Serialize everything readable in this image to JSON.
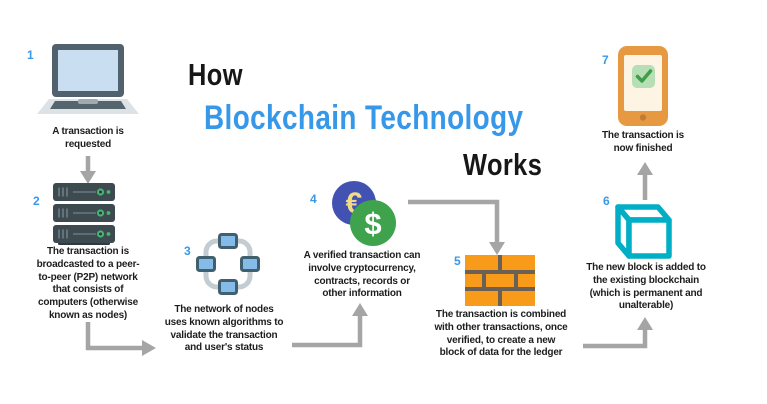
{
  "title": {
    "prefix": "How",
    "highlight": "Blockchain Technology",
    "suffix": "Works",
    "highlight_color": "#3797e8"
  },
  "steps": [
    {
      "number": "1",
      "icon": "laptop-icon",
      "caption": "A transaction is\nrequested"
    },
    {
      "number": "2",
      "icon": "server-stack-icon",
      "caption": "The transaction is\nbroadcasted to a peer-\nto-peer (P2P) network\nthat consists of\ncomputers (otherwise\nknown as nodes)"
    },
    {
      "number": "3",
      "icon": "node-network-icon",
      "caption": "The network of nodes\nuses known algorithms to\nvalidate the transaction\nand user's status"
    },
    {
      "number": "4",
      "icon": "currency-coins-icon",
      "caption": "A verified transaction can\ninvolve cryptocurrency,\ncontracts, records or\nother information"
    },
    {
      "number": "5",
      "icon": "brick-wall-icon",
      "caption": "The transaction is combined\nwith other transactions, once\nverified, to create a new\nblock of data for the ledger"
    },
    {
      "number": "6",
      "icon": "cube-icon",
      "caption": "The new block is added to\nthe existing blockchain\n(which is permanent and\nunalterable)"
    },
    {
      "number": "7",
      "icon": "smartphone-check-icon",
      "caption": "The transaction is\nnow finished"
    }
  ],
  "connections": [
    {
      "from": "1",
      "to": "2"
    },
    {
      "from": "2",
      "to": "3"
    },
    {
      "from": "3",
      "to": "4"
    },
    {
      "from": "4",
      "to": "5"
    },
    {
      "from": "5",
      "to": "6"
    },
    {
      "from": "6",
      "to": "7"
    }
  ],
  "colors": {
    "step_number": "#3b97e8",
    "arrow": "#a5a5a5",
    "caption_text": "#1d1d1d",
    "laptop_frame": "#51626e",
    "laptop_screen": "#c9def1",
    "laptop_base": "#dce2e5",
    "server_body": "#3d4a50",
    "server_led": "#47b573",
    "node_ring": "#c2ccd2",
    "node_square_fill": "#85bbe8",
    "node_square_border": "#41606f",
    "euro_coin": "#4152b3",
    "euro_symbol": "#f2dc82",
    "dollar_coin": "#3fa24c",
    "brick_orange": "#f89b1b",
    "brick_mortar": "#6a6054",
    "cube_teal": "#00aec6",
    "phone_orange": "#e79942",
    "phone_screen": "#fdf4e3",
    "check_bg": "#b7dfb6",
    "check_green": "#3f9e46"
  }
}
